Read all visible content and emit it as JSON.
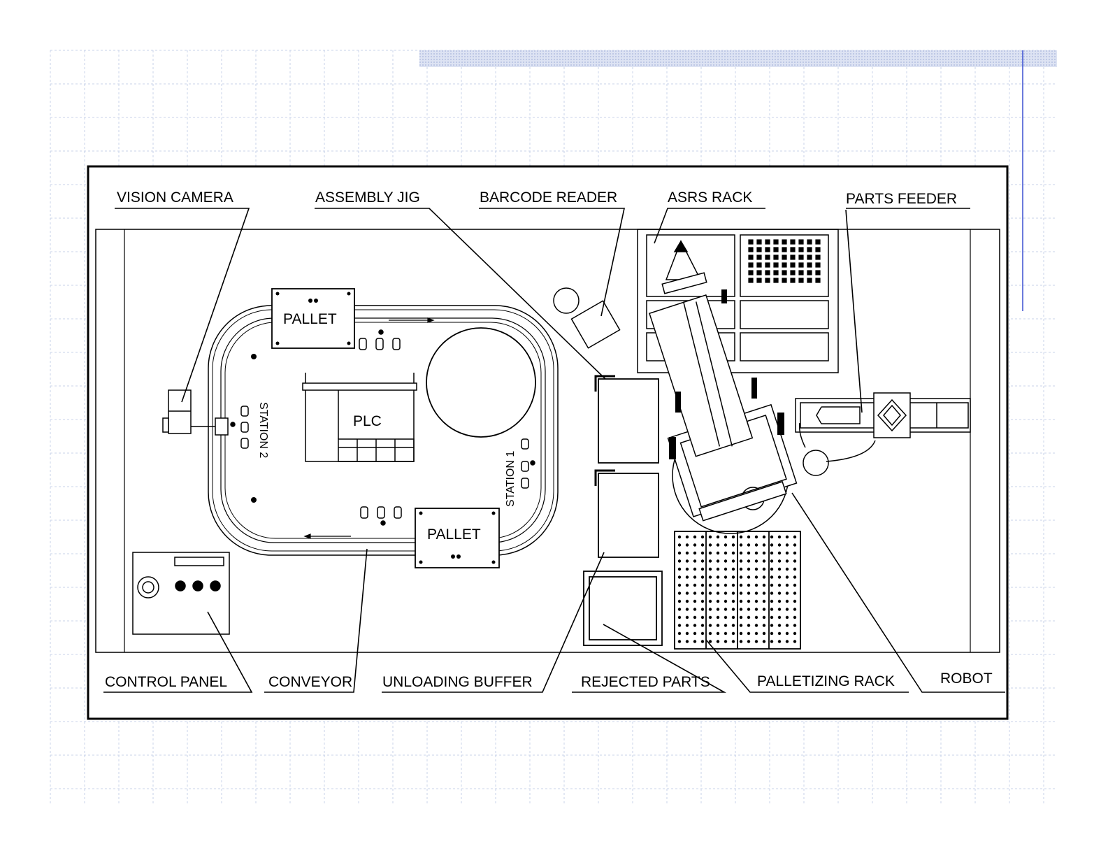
{
  "labels": {
    "vision_camera": "VISION CAMERA",
    "assembly_jig": "ASSEMBLY JIG",
    "barcode_reader": "BARCODE READER",
    "asrs_rack": "ASRS RACK",
    "parts_feeder": "PARTS FEEDER",
    "control_panel": "CONTROL PANEL",
    "conveyor": "CONVEYOR",
    "unloading_buffer": "UNLOADING BUFFER",
    "rejected_parts": "REJECTED PARTS",
    "palletizing_rack": "PALLETIZING RACK",
    "robot": "ROBOT"
  },
  "inner": {
    "pallet_top": "PALLET",
    "pallet_bottom": "PALLET",
    "plc": "PLC",
    "station_1": "STATION 1",
    "station_2": "STATION 2"
  },
  "colors": {
    "grid": "#c9d3ea",
    "accent_bar": "#c7d2ec",
    "accent_line": "#3a4fd1",
    "ink": "#000000"
  }
}
